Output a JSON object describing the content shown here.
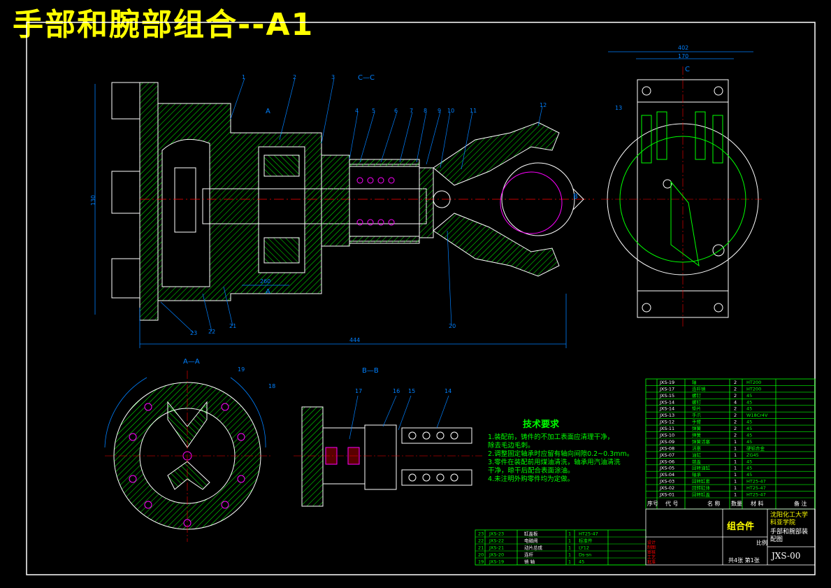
{
  "title": "手部和腕部组合--A1",
  "colors": {
    "background": "#000000",
    "frame": "#ffffff",
    "outline": "#ffffff",
    "hatch": "#00ff00",
    "dimension": "#0080ff",
    "center": "#ff0000",
    "highlight": "#ff00ff",
    "title": "#ffff00"
  },
  "section_labels": {
    "cc": "C—C",
    "aa": "A—A",
    "bb": "B—B",
    "a_top": "A",
    "a_bottom": "A",
    "b_right": "B",
    "c_top": "C"
  },
  "balloons": [
    "1",
    "2",
    "3",
    "4",
    "5",
    "6",
    "7",
    "8",
    "9",
    "10",
    "11",
    "12",
    "13",
    "14",
    "15",
    "16",
    "17",
    "18",
    "19",
    "20",
    "21",
    "22",
    "23"
  ],
  "dimensions": {
    "overall_length": "444",
    "piston": "260",
    "height": "130",
    "width_top": "402",
    "width_sub": "170"
  },
  "tech_requirements": {
    "heading": "技术要求",
    "items": [
      "1.装配前，铸件的不加工表面应清理干净，",
      "   除去毛边毛刺。",
      "2.调整固定轴承时应留有轴向间隙0.2~0.3mm。",
      "3.零件在装配前用煤油清洗，轴承用汽油清洗",
      "   干净，晾干后配合表面涂油。",
      "4.未注明外购零件均为定做。"
    ]
  },
  "parts_list": {
    "headers": [
      "序号",
      "代 号",
      "名 称",
      "数量",
      "材 料",
      "备 注"
    ],
    "rows": [
      [
        "JXS-19",
        "轴",
        "2",
        "HT200"
      ],
      [
        "JXS-17",
        "连杆销",
        "2",
        "HT200"
      ],
      [
        "JXS-15",
        "螺钉",
        "2",
        "45"
      ],
      [
        "JXS-14",
        "螺钉",
        "4",
        "45"
      ],
      [
        "JXS-14",
        "垫片",
        "2",
        "45"
      ],
      [
        "JXS-13",
        "手爪",
        "2",
        "W18Cr4V"
      ],
      [
        "JXS-12",
        "手臂",
        "2",
        "45"
      ],
      [
        "JXS-11",
        "弹簧",
        "2",
        "45"
      ],
      [
        "JXS-10",
        "弹簧",
        "2",
        "45"
      ],
      [
        "JXS-09",
        "弹簧活塞",
        "1",
        "45"
      ],
      [
        "JXS-08",
        "活塞",
        "1",
        "硬铝合金"
      ],
      [
        "JXS-07",
        "油缸",
        "1",
        "ZG45"
      ],
      [
        "JXS-06",
        "端盖",
        "1",
        "45"
      ],
      [
        "JXS-05",
        "回转油缸",
        "1",
        "45"
      ],
      [
        "JXS-04",
        "轴承",
        "1",
        "45"
      ],
      [
        "JXS-03",
        "回转缸套",
        "1",
        "HT25-47"
      ],
      [
        "JXS-02",
        "回转缸体",
        "1",
        "HT25-47"
      ],
      [
        "JXS-01",
        "回转缸盖",
        "1",
        "HT25-47"
      ]
    ],
    "lower_rows": [
      [
        "23",
        "JXS-23",
        "缸盖板",
        "1",
        "HT25-47"
      ],
      [
        "22",
        "JXS-22",
        "电磁阀",
        "1",
        "标准件"
      ],
      [
        "21",
        "JXS-21",
        "动片总成",
        "1",
        "LY12"
      ],
      [
        "20",
        "JXS-20",
        "连杆",
        "1",
        "Ds-sn"
      ],
      [
        "19",
        "JXS-19",
        "销 轴",
        "1",
        "45"
      ]
    ]
  },
  "title_block": {
    "part_group": "组合件",
    "school": "沈阳化工大学科亚学院",
    "drawing_name": "手部和腕部装配图",
    "code": "JXS-00",
    "scale_label": "比例",
    "sheet": "共4张 第1张",
    "design_cells": [
      "设计",
      "制图",
      "审核",
      "工艺",
      "批准"
    ]
  }
}
